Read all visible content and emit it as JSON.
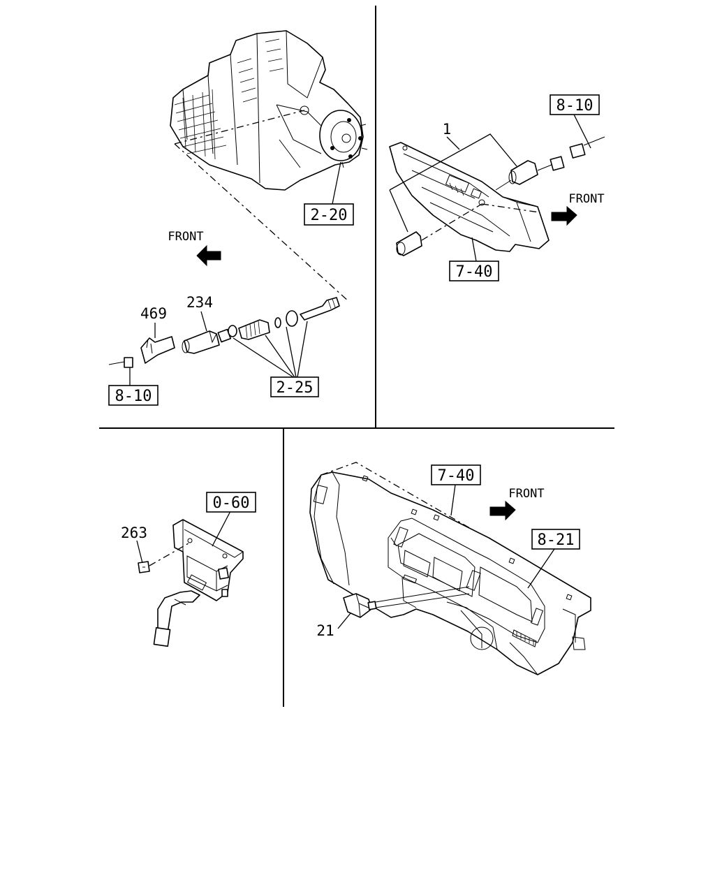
{
  "front_label": "FRONT",
  "panels": {
    "transmission": {
      "front": "FRONT",
      "refs": {
        "ref_2_20": "2-20",
        "ref_2_25": "2-25",
        "ref_8_10": "8-10"
      },
      "parts": {
        "p469": "469",
        "p234": "234"
      }
    },
    "cluster_sensor": {
      "front": "FRONT",
      "refs": {
        "ref_8_10": "8-10",
        "ref_7_40": "7-40"
      },
      "parts": {
        "p1": "1"
      }
    },
    "controller": {
      "refs": {
        "ref_0_60": "0-60"
      },
      "parts": {
        "p263": "263"
      }
    },
    "dashboard": {
      "front": "FRONT",
      "refs": {
        "ref_7_40": "7-40",
        "ref_8_21": "8-21"
      },
      "parts": {
        "p21": "21"
      }
    }
  }
}
